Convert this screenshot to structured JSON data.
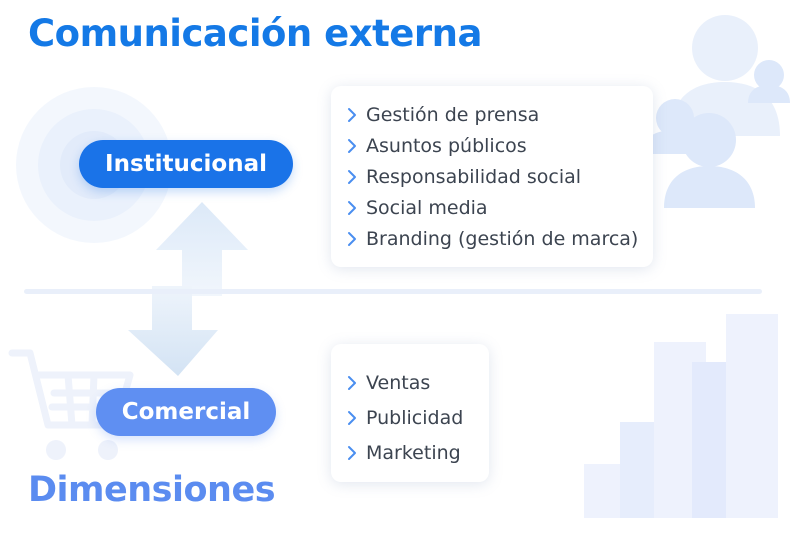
{
  "title": "Comunicación externa",
  "subtitle": "Dimensiones",
  "institucional": {
    "label": "Institucional",
    "items": [
      "Gestión de prensa",
      "Asuntos públicos",
      "Responsabilidad social",
      "Social media",
      "Branding (gestión de marca)"
    ]
  },
  "comercial": {
    "label": "Comercial",
    "items": [
      "Ventas",
      "Publicidad",
      "Marketing"
    ]
  },
  "colors": {
    "title": "#1479e6",
    "subtitle": "#5b8cf0",
    "institucional_pill": "#1a73e8",
    "comercial_pill": "#5f8ff2",
    "chevron": "#4a8ef0"
  },
  "icons": {
    "top_right": "people-group-icon",
    "bottom_left": "shopping-cart-icon",
    "bottom_right": "bar-chart-icon",
    "center": "double-arrow-icon",
    "list_marker": "chevron-right-icon"
  }
}
